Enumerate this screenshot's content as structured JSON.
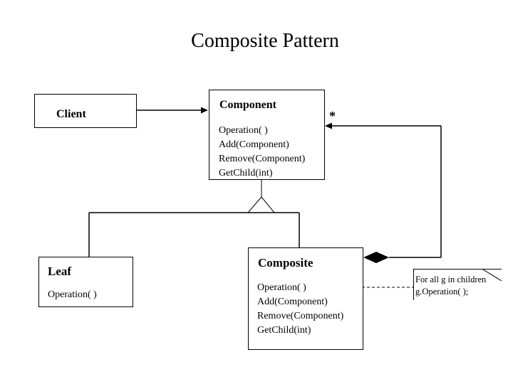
{
  "title": "Composite Pattern",
  "client": {
    "name": "Client"
  },
  "component": {
    "name": "Component",
    "multiplicity": "*",
    "operations": [
      "Operation( )",
      "Add(Component)",
      "Remove(Component)",
      "GetChild(int)"
    ]
  },
  "leaf": {
    "name": "Leaf",
    "operations": [
      "Operation( )"
    ]
  },
  "composite": {
    "name": "Composite",
    "operations": [
      "Operation( )",
      "Add(Component)",
      "Remove(Component)",
      "GetChild(int)"
    ]
  },
  "note": {
    "lines": [
      "For all g in children",
      "g.Operation( );"
    ]
  }
}
